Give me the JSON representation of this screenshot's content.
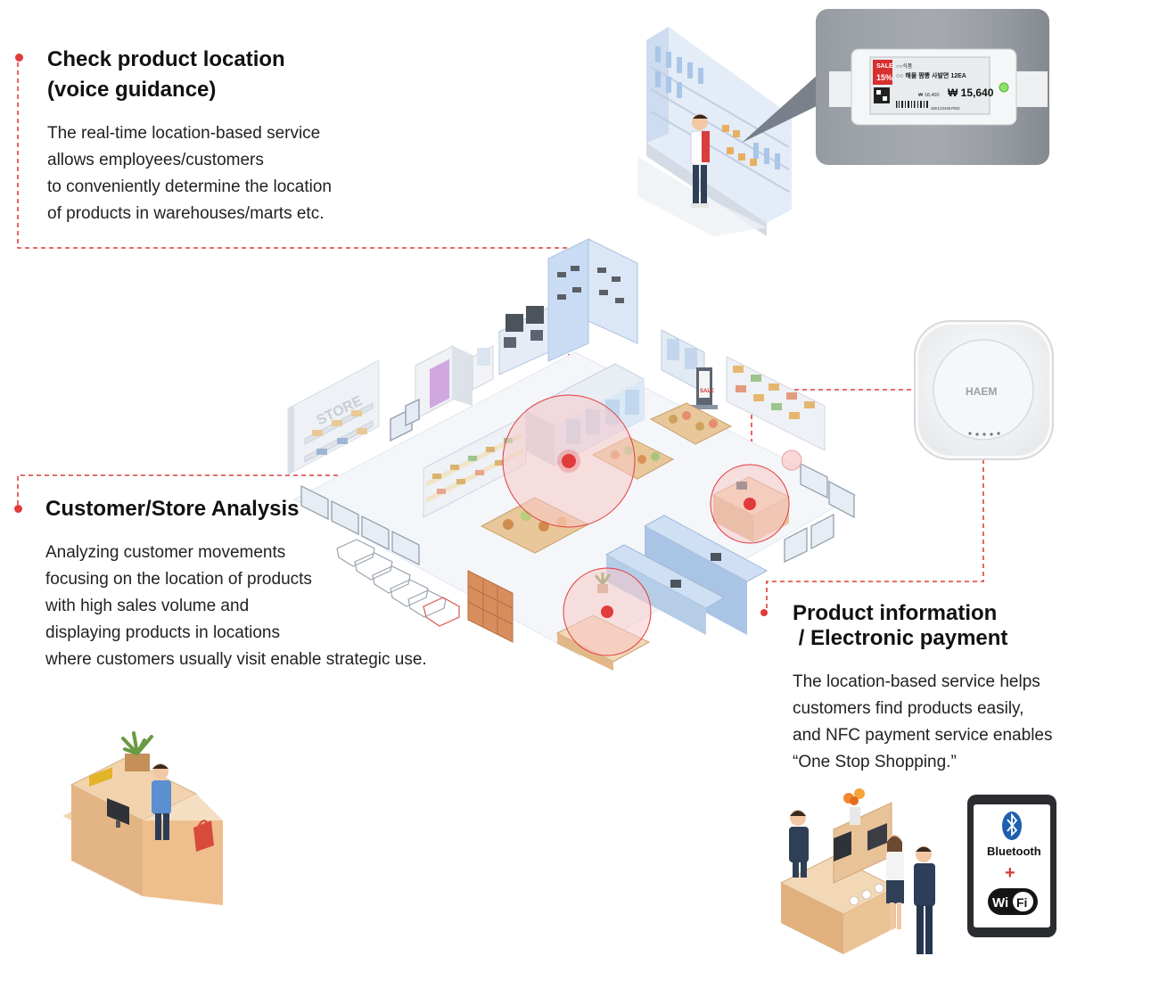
{
  "sections": {
    "product_location": {
      "title_lines": [
        "Check product location",
        "(voice guidance)"
      ],
      "desc_lines": [
        "The real-time location-based service",
        "allows employees/customers",
        "to conveniently determine the location",
        "of products in warehouses/marts etc."
      ]
    },
    "customer_analysis": {
      "title_lines": [
        "Customer/Store Analysis"
      ],
      "desc_lines": [
        "Analyzing customer movements",
        "focusing on the location of products",
        "with high sales volume and",
        "displaying products in locations",
        "where customers usually visit enable strategic use."
      ]
    },
    "product_info": {
      "title_lines": [
        "Product information",
        " / Electronic payment"
      ],
      "desc_lines": [
        "The location-based service helps",
        "customers find products easily,",
        "and NFC payment service enables",
        "“One Stop Shopping.”"
      ]
    }
  },
  "esl_tag": {
    "sale_label": "SALE",
    "discount": "15%",
    "brand": "○○식품",
    "product_name": "○○ 해물 짬뽕 사발면 12EA",
    "old_price": "₩ 18,400",
    "new_price": "₩ 15,640",
    "barcode_number": "3801234567893"
  },
  "device_logo": "HAEM",
  "store_sign": "STORE",
  "sale_banner": "SALE",
  "tablet": {
    "bluetooth_label": "Bluetooth",
    "plus": "+",
    "wifi_label_wi": "Wi",
    "wifi_label_fi": "Fi"
  },
  "colors": {
    "accent_red": "#e23b3b",
    "heat_pink": "#f8c9c9",
    "wood": "#e2b889",
    "shelf_blue": "#cfe0f4"
  }
}
